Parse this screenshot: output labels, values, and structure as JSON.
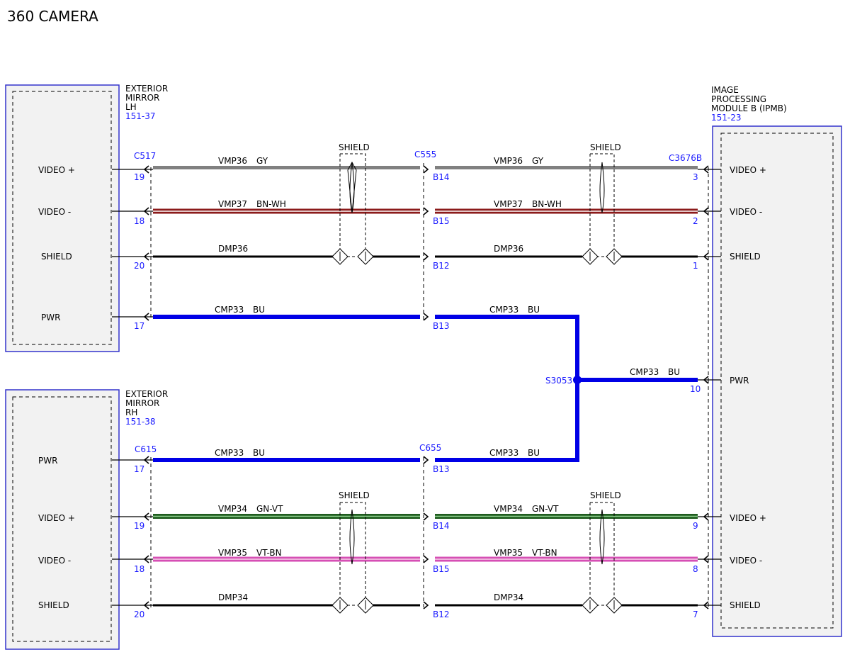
{
  "title": "360 CAMERA",
  "modules": {
    "lh": {
      "name_lines": [
        "EXTERIOR",
        "MIRROR",
        "LH"
      ],
      "ref": "151-37",
      "pins": [
        "VIDEO +",
        "VIDEO -",
        "SHIELD",
        "PWR"
      ]
    },
    "rh": {
      "name_lines": [
        "EXTERIOR",
        "MIRROR",
        "RH"
      ],
      "ref": "151-38",
      "pins": [
        "PWR",
        "VIDEO +",
        "VIDEO -",
        "SHIELD"
      ]
    },
    "ipmb": {
      "name_lines": [
        "IMAGE",
        "PROCESSING",
        "MODULE B (IPMB)"
      ],
      "ref": "151-23",
      "pins": [
        "VIDEO +",
        "VIDEO -",
        "SHIELD",
        "PWR",
        "VIDEO +",
        "VIDEO -",
        "SHIELD"
      ]
    }
  },
  "connectors": {
    "c517": "C517",
    "c555": "C555",
    "c3676b": "C3676B",
    "c615": "C615",
    "c655": "C655"
  },
  "splice": "S3053",
  "shield_label": "SHIELD",
  "circuits": {
    "vmp36": "VMP36",
    "vmp37": "VMP37",
    "dmp36": "DMP36",
    "cmp33": "CMP33",
    "vmp34": "VMP34",
    "vmp35": "VMP35",
    "dmp34": "DMP34"
  },
  "wire_colors": {
    "gy": "GY",
    "bnwh": "BN-WH",
    "bu": "BU",
    "gnvt": "GN-VT",
    "vtbn": "VT-BN"
  },
  "pin_numbers": {
    "lh": [
      "19",
      "18",
      "20",
      "17"
    ],
    "c555": [
      "B14",
      "B15",
      "B12",
      "B13"
    ],
    "ipmb_top": [
      "3",
      "2",
      "1"
    ],
    "ipmb_pwr": "10",
    "rh": [
      "17",
      "19",
      "18",
      "20"
    ],
    "c655": [
      "B13",
      "B14",
      "B15",
      "B12"
    ],
    "ipmb_bottom": [
      "9",
      "8",
      "7"
    ]
  },
  "colors": {
    "gray_wire": "#808080",
    "brown_wire": "#8b1a1a",
    "blue_wire": "#0000e6",
    "green_wire": "#1f5c1f",
    "pink_wire": "#d64fb4",
    "black_wire": "#000000",
    "module_border": "#3333cc",
    "module_fill": "#f2f2f2",
    "ref_text": "#1a1aff"
  }
}
